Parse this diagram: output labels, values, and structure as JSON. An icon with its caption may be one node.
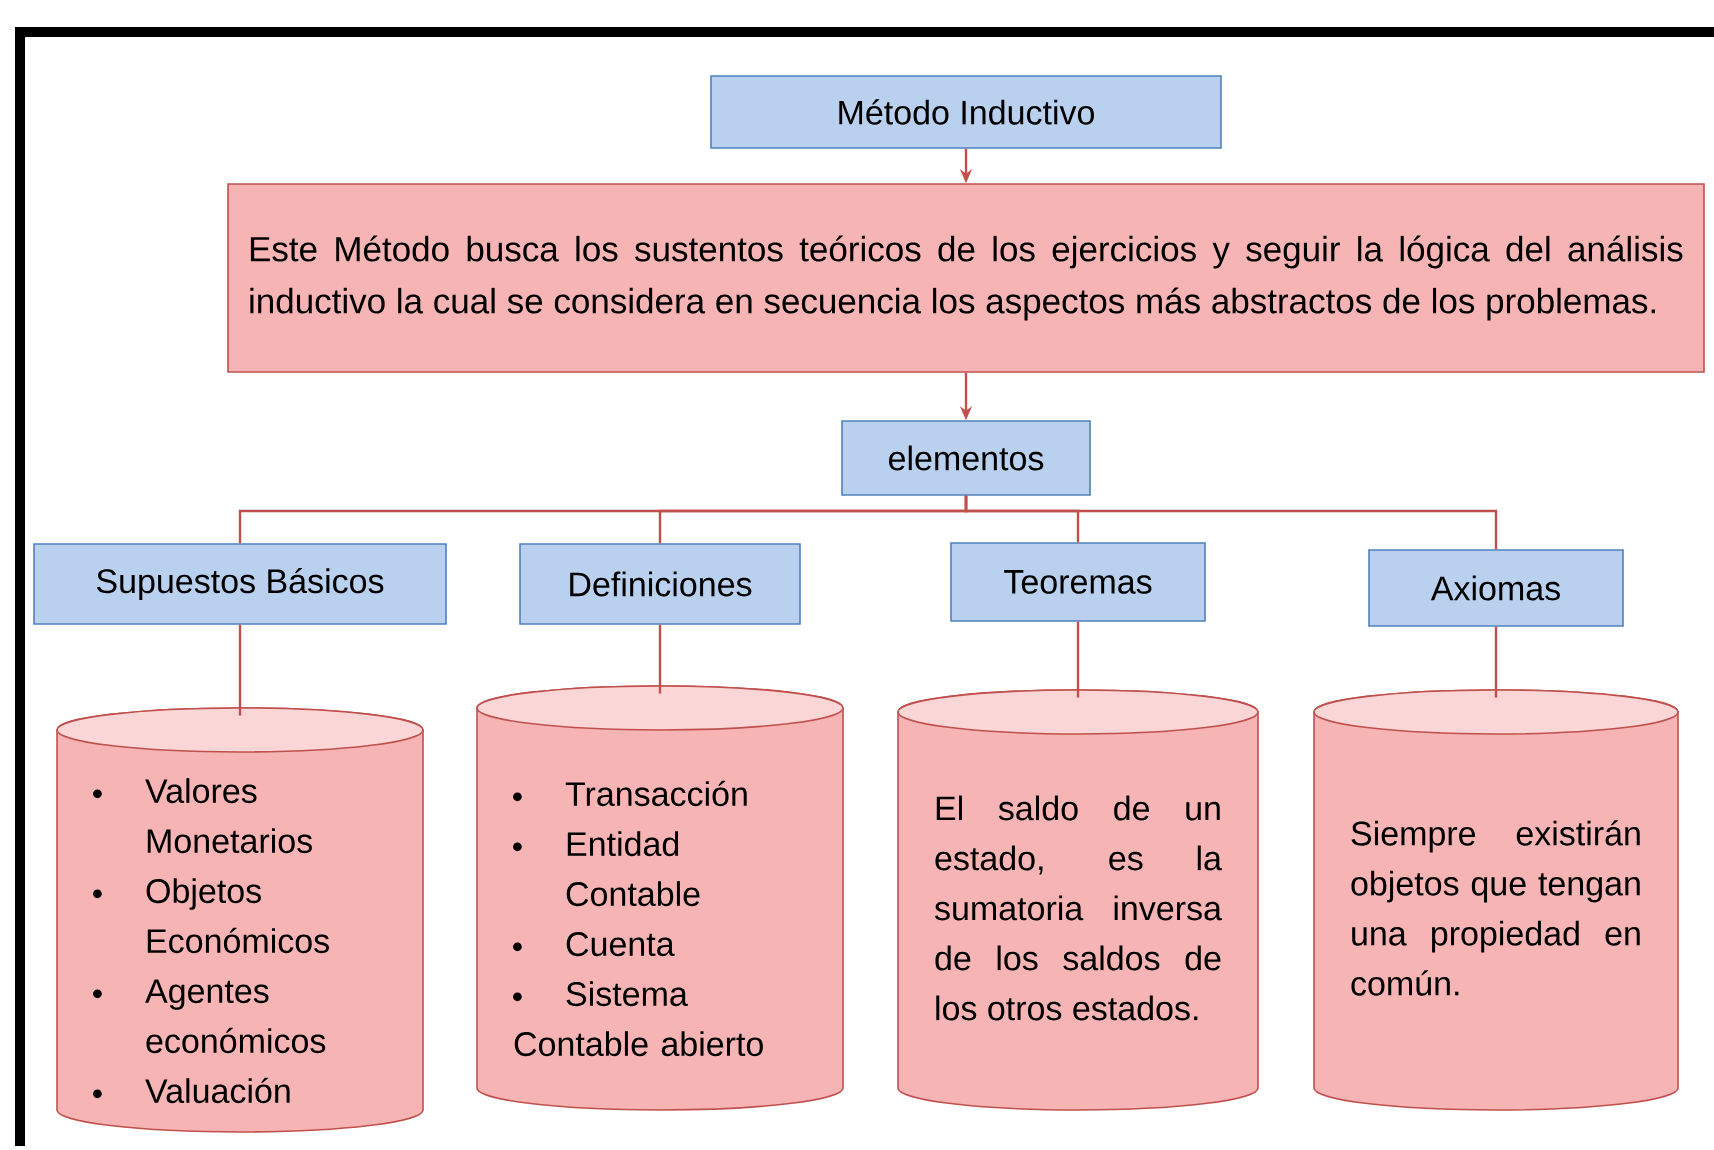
{
  "diagram": {
    "nodes": [
      {
        "text": [
          "Método Inductivo"
        ]
      },
      {
        "text": [
          "Este Método busca los sustentos teóricos de los ejercicios y seguir la lógica del análisis inductivo la cual se considera en secuencia los aspectos más abstractos de los problemas."
        ]
      },
      {
        "text": [
          "elementos"
        ]
      },
      {
        "text": [
          "Supuestos Básicos"
        ]
      },
      {
        "text": [
          "Definiciones"
        ]
      },
      {
        "text": [
          "Teoremas"
        ]
      },
      {
        "text": [
          "Axiomas"
        ]
      },
      {
        "text": [
          "Valores Monetarios",
          "Objetos Económicos",
          "Agentes económicos",
          "Valuación"
        ]
      },
      {
        "text": [
          "Transacción",
          "Entidad Contable",
          "Cuenta",
          "Sistema Contable abierto"
        ]
      },
      {
        "text": [
          "El saldo de un estado, es la sumatoria inversa de los saldos de los otros estados."
        ]
      },
      {
        "text": [
          "Siempre existirán objetos que tengan una propiedad en común."
        ]
      }
    ],
    "edges": [
      {
        "from": 0,
        "to": 1,
        "arrow": "to"
      },
      {
        "from": 1,
        "to": 2,
        "arrow": "to"
      },
      {
        "from": 2,
        "to": 3,
        "arrow": "none"
      },
      {
        "from": 2,
        "to": 4,
        "arrow": "none"
      },
      {
        "from": 2,
        "to": 5,
        "arrow": "none"
      },
      {
        "from": 2,
        "to": 6,
        "arrow": "none"
      },
      {
        "from": 3,
        "to": 7,
        "arrow": "none"
      },
      {
        "from": 4,
        "to": 8,
        "arrow": "none"
      },
      {
        "from": 5,
        "to": 9,
        "arrow": "none"
      },
      {
        "from": 6,
        "to": 10,
        "arrow": "none"
      }
    ]
  }
}
